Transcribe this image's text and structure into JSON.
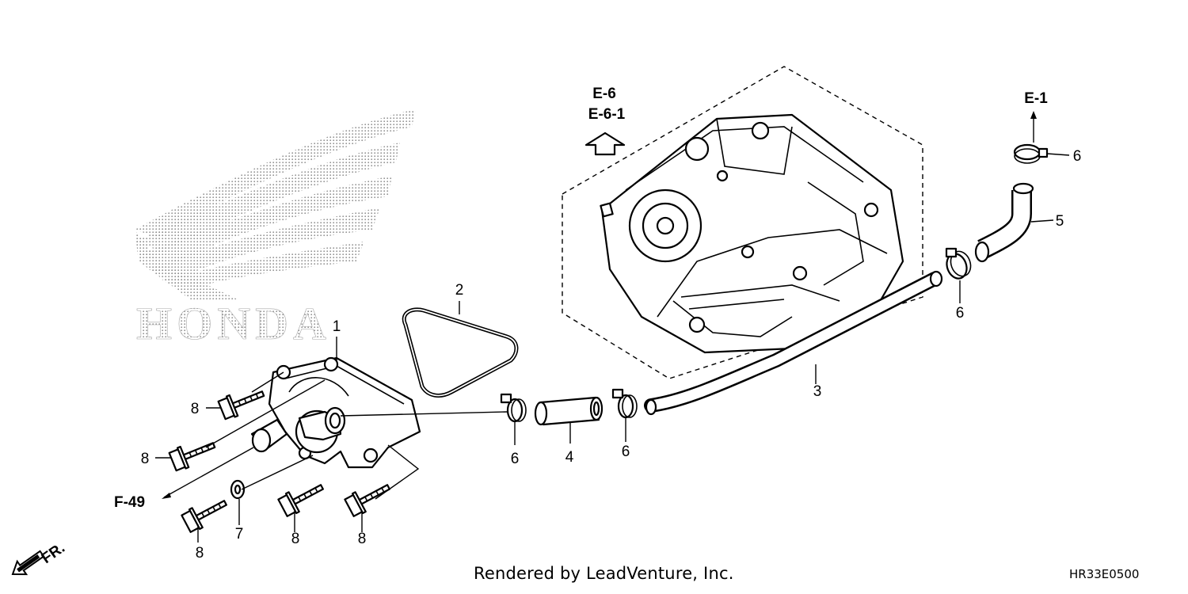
{
  "brand": {
    "logo_text": "HONDA"
  },
  "references": {
    "e6": "E-6",
    "e6_1": "E-6-1",
    "e1": "E-1",
    "f49": "F-49",
    "front": "FR."
  },
  "callouts": {
    "c1": "1",
    "c2": "2",
    "c3": "3",
    "c4": "4",
    "c5": "5",
    "c6a": "6",
    "c6b": "6",
    "c6c": "6",
    "c6d": "6",
    "c7": "7",
    "c8a": "8",
    "c8b": "8",
    "c8c": "8",
    "c8d": "8",
    "c8e": "8"
  },
  "footer": {
    "credit": "Rendered by LeadVenture, Inc.",
    "diagram_code": "HR33E0500"
  }
}
